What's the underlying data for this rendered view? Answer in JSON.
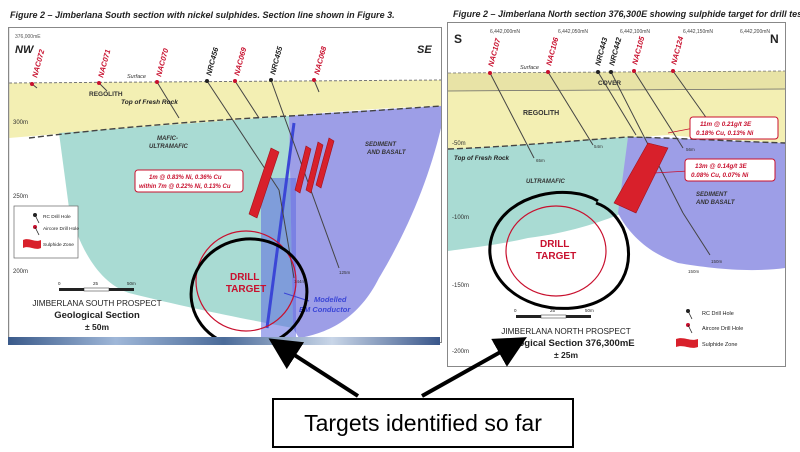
{
  "left": {
    "title": "Figure 2 – Jimberlana South section with nickel sulphides. Section line shown in Figure 3.",
    "easting": "376,000mE",
    "nw": "NW",
    "se": "SE",
    "holes": [
      "NAC072",
      "NAC071",
      "NAC070",
      "NRC456",
      "NAC069",
      "NRC455",
      "NAC068"
    ],
    "surface": "Surface",
    "regolith": "REGOLITH",
    "fresh_rock": "Top of Fresh Rock",
    "mafic": "MAFIC-\nULTRAMAFIC",
    "sediment": "SEDIMENT\nAND BASALT",
    "depths": [
      "300m",
      "250m",
      "200m"
    ],
    "assay_line1": "1m @ 0.83% Ni, 0.36% Cu",
    "assay_line2": "within 7m @ 0.22% Ni, 0.13% Cu",
    "depth_125": "125m",
    "depth_144": "144m",
    "em": "Modelled\nEM Conductor",
    "drill_target": "DRILL\nTARGET",
    "legend": [
      "RC Drill Hole",
      "Aircore Drill Hole",
      "Sulphide Zone"
    ],
    "scale": [
      "0",
      "25",
      "50m"
    ],
    "prospect": "JIMBERLANA SOUTH PROSPECT",
    "section": "Geological Section",
    "accuracy": "± 50m"
  },
  "right": {
    "title": "Figure 2 – Jimberlana North section 376,300E showing sulphide target for drill testing",
    "s": "S",
    "n": "N",
    "northings": [
      "6,442,000mN",
      "6,442,050mN",
      "6,442,100mN",
      "6,442,150mN",
      "6,442,200mN"
    ],
    "holes": [
      "NAC107",
      "NAC106",
      "NRC443",
      "NRC442",
      "NAC105",
      "NAC124"
    ],
    "surface": "Surface",
    "cover": "COVER",
    "regolith": "REGOLITH",
    "fresh_rock": "Top of Fresh Rock",
    "ultramafic": "ULTRAMAFIC",
    "sediment": "SEDIMENT\nAND BASALT",
    "depths": [
      "-50m",
      "-100m",
      "-150m",
      "-200m"
    ],
    "assay1_line1": "11m @ 0.21g/t 3E",
    "assay1_line2": "0.18% Cu, 0.13% Ni",
    "assay2_line1": "13m @ 0.14g/t 3E",
    "assay2_line2": "0.08% Cu, 0.07% Ni",
    "depth_65": "65m",
    "depth_54": "54m",
    "depth_56": "56m",
    "depth_150a": "150m",
    "depth_150b": "150m",
    "drill_target": "DRILL\nTARGET",
    "scale": [
      "0",
      "25",
      "50m"
    ],
    "prospect": "JIMBERLANA NORTH PROSPECT",
    "section": "Geological Section 376,300mE",
    "accuracy": "± 25m",
    "legend": [
      "RC Drill Hole",
      "Aircore Drill Hole",
      "Sulphide Zone"
    ]
  },
  "callout": "Targets identified so far",
  "colors": {
    "regolith": "#f3efb3",
    "cover": "#e8e3a6",
    "mafic": "#a9dbd3",
    "sediment": "#9d9ee7",
    "sulphide": "#d8202b",
    "hole_label": "#c8102e",
    "target_circle": "#c8102e",
    "em_conductor": "#3b46d6"
  }
}
